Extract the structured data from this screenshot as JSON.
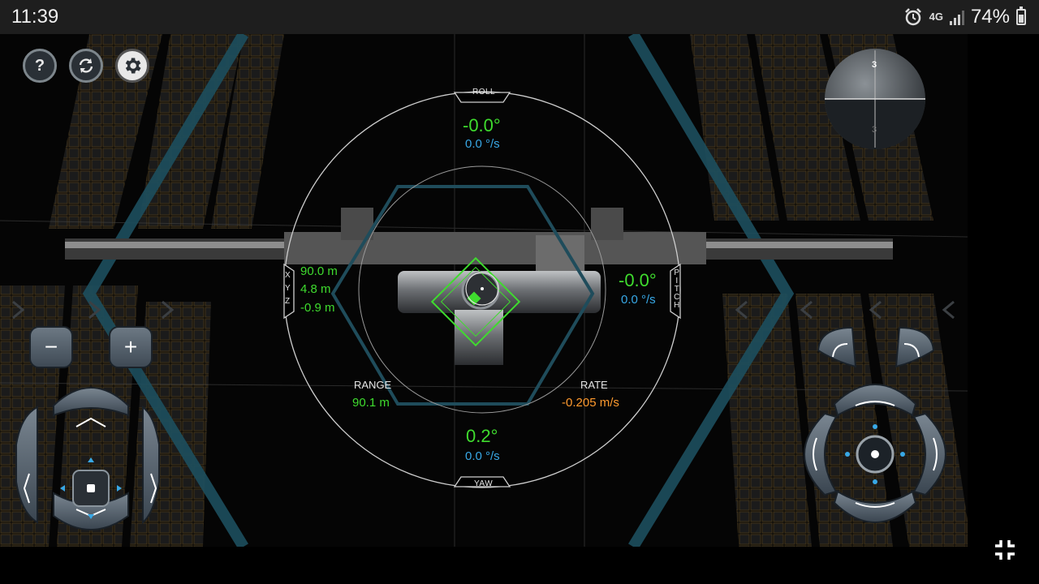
{
  "status_bar": {
    "time": "11:39",
    "network": "4G",
    "battery_percent": "74%",
    "battery_level": 0.74
  },
  "toolbar": {
    "help_label": "?",
    "icons": [
      "help-icon",
      "refresh-icon",
      "gear-icon"
    ]
  },
  "hud": {
    "roll_label": "ROLL",
    "roll_angle": "-0.0°",
    "roll_rate": "0.0 °/s",
    "pitch_label": "PITCH",
    "pitch_angle": "-0.0°",
    "pitch_rate": "0.0 °/s",
    "yaw_label": "YAW",
    "yaw_angle": "0.2°",
    "yaw_rate": "0.0 °/s",
    "xyz_labels": [
      "X",
      "Y",
      "Z"
    ],
    "x_value": "90.0 m",
    "y_value": "4.8 m",
    "z_value": "-0.9 m",
    "range_label": "RANGE",
    "range_value": "90.1 m",
    "rate_label": "RATE",
    "rate_value": "-0.205 m/s"
  },
  "left_controls": {
    "zoom_out_label": "−",
    "zoom_in_label": "+"
  },
  "attitude_ball": {
    "numbers": [
      "3",
      "3"
    ]
  },
  "colors": {
    "green": "#3fdc2e",
    "blue": "#38a8e6",
    "orange": "#ff9a2e",
    "accent": "#2a5a6a"
  }
}
